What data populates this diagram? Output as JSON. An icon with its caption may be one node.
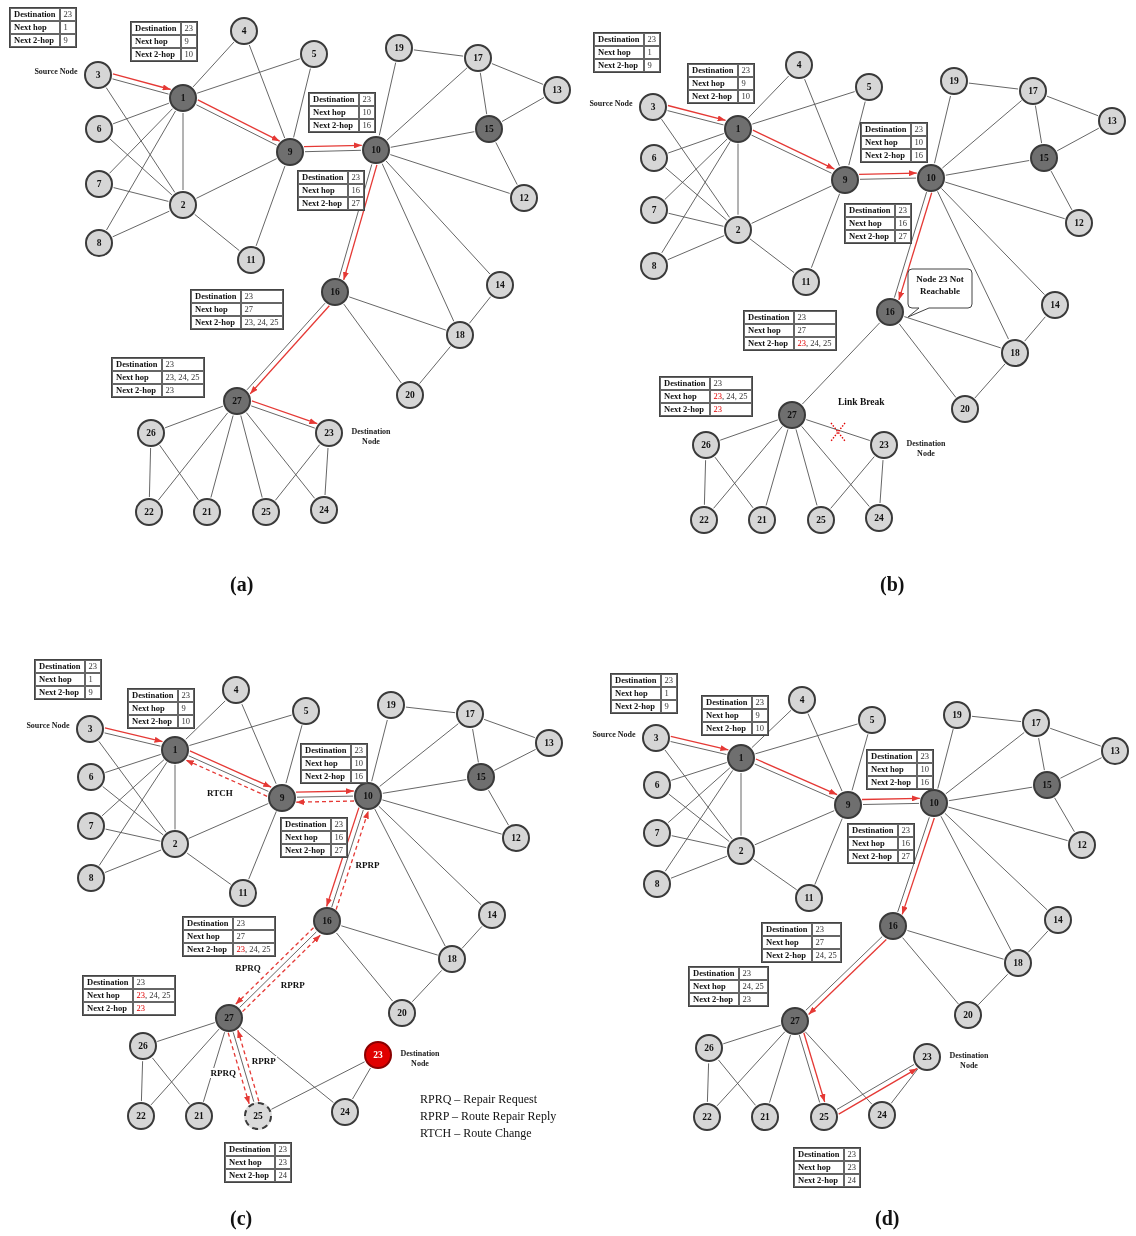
{
  "diagram": {
    "nodes": [
      {
        "text": [
          "3"
        ],
        "beside": [
          "Source Node"
        ]
      },
      {
        "text": [
          "1"
        ]
      },
      {
        "text": [
          "6"
        ]
      },
      {
        "text": [
          "7"
        ]
      },
      {
        "text": [
          "2"
        ]
      },
      {
        "text": [
          "8"
        ]
      },
      {
        "text": [
          "4"
        ]
      },
      {
        "text": [
          "5"
        ]
      },
      {
        "text": [
          "9"
        ]
      },
      {
        "text": [
          "10"
        ]
      },
      {
        "text": [
          "11"
        ]
      },
      {
        "text": [
          "19"
        ]
      },
      {
        "text": [
          "17"
        ]
      },
      {
        "text": [
          "13"
        ]
      },
      {
        "text": [
          "15"
        ]
      },
      {
        "text": [
          "12"
        ]
      },
      {
        "text": [
          "16"
        ]
      },
      {
        "text": [
          "14"
        ]
      },
      {
        "text": [
          "18"
        ]
      },
      {
        "text": [
          "20"
        ]
      },
      {
        "text": [
          "27"
        ]
      },
      {
        "text": [
          "26"
        ]
      },
      {
        "text": [
          "23"
        ],
        "beside": [
          "Destination Node"
        ]
      },
      {
        "text": [
          "22"
        ]
      },
      {
        "text": [
          "21"
        ]
      },
      {
        "text": [
          "25"
        ]
      },
      {
        "text": [
          "24"
        ]
      },
      {
        "text": [
          "Destination",
          "23",
          "Next hop",
          "1",
          "Next 2-hop",
          "9"
        ]
      },
      {
        "text": [
          "Destination",
          "23",
          "Next hop",
          "9",
          "Next 2-hop",
          "10"
        ]
      },
      {
        "text": [
          "Destination",
          "23",
          "Next hop",
          "10",
          "Next 2-hop",
          "16"
        ]
      },
      {
        "text": [
          "Destination",
          "23",
          "Next hop",
          "16",
          "Next 2-hop",
          "27"
        ]
      },
      {
        "text": [
          "Destination",
          "23",
          "Next hop",
          "27",
          "Next 2-hop",
          "23, 24, 25"
        ]
      },
      {
        "text": [
          "Destination",
          "23",
          "Next hop",
          "23, 24, 25",
          "Next 2-hop",
          "23"
        ]
      },
      {
        "text": [
          "3"
        ],
        "beside": [
          "Source Node"
        ]
      },
      {
        "text": [
          "1"
        ]
      },
      {
        "text": [
          "6"
        ]
      },
      {
        "text": [
          "7"
        ]
      },
      {
        "text": [
          "2"
        ]
      },
      {
        "text": [
          "8"
        ]
      },
      {
        "text": [
          "4"
        ]
      },
      {
        "text": [
          "5"
        ]
      },
      {
        "text": [
          "9"
        ]
      },
      {
        "text": [
          "10"
        ]
      },
      {
        "text": [
          "11"
        ]
      },
      {
        "text": [
          "19"
        ]
      },
      {
        "text": [
          "17"
        ]
      },
      {
        "text": [
          "13"
        ]
      },
      {
        "text": [
          "15"
        ]
      },
      {
        "text": [
          "12"
        ]
      },
      {
        "text": [
          "16"
        ]
      },
      {
        "text": [
          "14"
        ]
      },
      {
        "text": [
          "18"
        ]
      },
      {
        "text": [
          "20"
        ]
      },
      {
        "text": [
          "27"
        ]
      },
      {
        "text": [
          "26"
        ]
      },
      {
        "text": [
          "23"
        ],
        "beside": [
          "Destination Node"
        ]
      },
      {
        "text": [
          "22"
        ]
      },
      {
        "text": [
          "21"
        ]
      },
      {
        "text": [
          "25"
        ]
      },
      {
        "text": [
          "24"
        ]
      },
      {
        "text": [
          "Destination",
          "23",
          "Next hop",
          "1",
          "Next 2-hop",
          "9"
        ]
      },
      {
        "text": [
          "Destination",
          "23",
          "Next hop",
          "9",
          "Next 2-hop",
          "10"
        ]
      },
      {
        "text": [
          "Destination",
          "23",
          "Next hop",
          "10",
          "Next 2-hop",
          "16"
        ]
      },
      {
        "text": [
          "Destination",
          "23",
          "Next hop",
          "16",
          "Next 2-hop",
          "27"
        ]
      },
      {
        "text": [
          "Destination",
          "23",
          "Next hop",
          "27",
          "Next 2-hop",
          "23, 24, 25"
        ]
      },
      {
        "text": [
          "Destination",
          "23",
          "Next hop",
          "23, 24, 25",
          "Next 2-hop",
          "23"
        ]
      },
      {
        "text": [
          "Node 23 Not Reachable"
        ]
      },
      {
        "text": [
          "3"
        ],
        "beside": [
          "Source Node"
        ]
      },
      {
        "text": [
          "1"
        ]
      },
      {
        "text": [
          "6"
        ]
      },
      {
        "text": [
          "7"
        ]
      },
      {
        "text": [
          "2"
        ]
      },
      {
        "text": [
          "8"
        ]
      },
      {
        "text": [
          "4"
        ]
      },
      {
        "text": [
          "5"
        ]
      },
      {
        "text": [
          "9"
        ]
      },
      {
        "text": [
          "10"
        ]
      },
      {
        "text": [
          "11"
        ]
      },
      {
        "text": [
          "19"
        ]
      },
      {
        "text": [
          "17"
        ]
      },
      {
        "text": [
          "13"
        ]
      },
      {
        "text": [
          "15"
        ]
      },
      {
        "text": [
          "12"
        ]
      },
      {
        "text": [
          "16"
        ]
      },
      {
        "text": [
          "14"
        ]
      },
      {
        "text": [
          "18"
        ]
      },
      {
        "text": [
          "20"
        ]
      },
      {
        "text": [
          "27"
        ]
      },
      {
        "text": [
          "26"
        ]
      },
      {
        "text": [
          "23"
        ],
        "beside": [
          "Destination Node"
        ]
      },
      {
        "text": [
          "22"
        ]
      },
      {
        "text": [
          "21"
        ]
      },
      {
        "text": [
          "25"
        ]
      },
      {
        "text": [
          "24"
        ]
      },
      {
        "text": [
          "Destination",
          "23",
          "Next hop",
          "1",
          "Next 2-hop",
          "9"
        ]
      },
      {
        "text": [
          "Destination",
          "23",
          "Next hop",
          "9",
          "Next 2-hop",
          "10"
        ]
      },
      {
        "text": [
          "Destination",
          "23",
          "Next hop",
          "10",
          "Next 2-hop",
          "16"
        ]
      },
      {
        "text": [
          "Destination",
          "23",
          "Next hop",
          "16",
          "Next 2-hop",
          "27"
        ]
      },
      {
        "text": [
          "Destination",
          "23",
          "Next hop",
          "27",
          "Next 2-hop",
          "23, 24, 25"
        ]
      },
      {
        "text": [
          "Destination",
          "23",
          "Next hop",
          "23, 24, 25",
          "Next 2-hop",
          "23"
        ]
      },
      {
        "text": [
          "Destination",
          "23",
          "Next hop",
          "23",
          "Next 2-hop",
          "24"
        ]
      },
      {
        "text": [
          "3"
        ],
        "beside": [
          "Source Node"
        ]
      },
      {
        "text": [
          "1"
        ]
      },
      {
        "text": [
          "6"
        ]
      },
      {
        "text": [
          "7"
        ]
      },
      {
        "text": [
          "2"
        ]
      },
      {
        "text": [
          "8"
        ]
      },
      {
        "text": [
          "4"
        ]
      },
      {
        "text": [
          "5"
        ]
      },
      {
        "text": [
          "9"
        ]
      },
      {
        "text": [
          "10"
        ]
      },
      {
        "text": [
          "11"
        ]
      },
      {
        "text": [
          "19"
        ]
      },
      {
        "text": [
          "17"
        ]
      },
      {
        "text": [
          "13"
        ]
      },
      {
        "text": [
          "15"
        ]
      },
      {
        "text": [
          "12"
        ]
      },
      {
        "text": [
          "16"
        ]
      },
      {
        "text": [
          "14"
        ]
      },
      {
        "text": [
          "18"
        ]
      },
      {
        "text": [
          "20"
        ]
      },
      {
        "text": [
          "27"
        ]
      },
      {
        "text": [
          "26"
        ]
      },
      {
        "text": [
          "23"
        ],
        "beside": [
          "Destination Node"
        ]
      },
      {
        "text": [
          "22"
        ]
      },
      {
        "text": [
          "21"
        ]
      },
      {
        "text": [
          "25"
        ]
      },
      {
        "text": [
          "24"
        ]
      },
      {
        "text": [
          "Destination",
          "23",
          "Next hop",
          "1",
          "Next 2-hop",
          "9"
        ]
      },
      {
        "text": [
          "Destination",
          "23",
          "Next hop",
          "9",
          "Next 2-hop",
          "10"
        ]
      },
      {
        "text": [
          "Destination",
          "23",
          "Next hop",
          "10",
          "Next 2-hop",
          "16"
        ]
      },
      {
        "text": [
          "Destination",
          "23",
          "Next hop",
          "16",
          "Next 2-hop",
          "27"
        ]
      },
      {
        "text": [
          "Destination",
          "23",
          "Next hop",
          "27",
          "Next 2-hop",
          "24, 25"
        ]
      },
      {
        "text": [
          "Destination",
          "23",
          "Next hop",
          "24, 25",
          "Next 2-hop",
          "23"
        ]
      },
      {
        "text": [
          "Destination",
          "23",
          "Next hop",
          "23",
          "Next 2-hop",
          "24"
        ]
      }
    ],
    "edges": [
      {
        "from": 0,
        "to": 1,
        "arrow": "none"
      },
      {
        "from": 0,
        "to": 4,
        "arrow": "none"
      },
      {
        "from": 2,
        "to": 1,
        "arrow": "none"
      },
      {
        "from": 2,
        "to": 4,
        "arrow": "none"
      },
      {
        "from": 3,
        "to": 1,
        "arrow": "none"
      },
      {
        "from": 3,
        "to": 4,
        "arrow": "none"
      },
      {
        "from": 5,
        "to": 1,
        "arrow": "none"
      },
      {
        "from": 5,
        "to": 4,
        "arrow": "none"
      },
      {
        "from": 1,
        "to": 4,
        "arrow": "none"
      },
      {
        "from": 1,
        "to": 6,
        "arrow": "none"
      },
      {
        "from": 1,
        "to": 7,
        "arrow": "none"
      },
      {
        "from": 1,
        "to": 8,
        "arrow": "none"
      },
      {
        "from": 6,
        "to": 8,
        "arrow": "none"
      },
      {
        "from": 7,
        "to": 8,
        "arrow": "none"
      },
      {
        "from": 4,
        "to": 8,
        "arrow": "none"
      },
      {
        "from": 4,
        "to": 10,
        "arrow": "none"
      },
      {
        "from": 8,
        "to": 10,
        "arrow": "none"
      },
      {
        "from": 8,
        "to": 9,
        "arrow": "none"
      },
      {
        "from": 9,
        "to": 11,
        "arrow": "none"
      },
      {
        "from": 9,
        "to": 12,
        "arrow": "none"
      },
      {
        "from": 9,
        "to": 14,
        "arrow": "none"
      },
      {
        "from": 9,
        "to": 15,
        "arrow": "none"
      },
      {
        "from": 9,
        "to": 16,
        "arrow": "none"
      },
      {
        "from": 9,
        "to": 18,
        "arrow": "none"
      },
      {
        "from": 9,
        "to": 17,
        "arrow": "none"
      },
      {
        "from": 11,
        "to": 12,
        "arrow": "none"
      },
      {
        "from": 12,
        "to": 13,
        "arrow": "none"
      },
      {
        "from": 12,
        "to": 14,
        "arrow": "none"
      },
      {
        "from": 14,
        "to": 13,
        "arrow": "none"
      },
      {
        "from": 14,
        "to": 15,
        "arrow": "none"
      },
      {
        "from": 16,
        "to": 18,
        "arrow": "none"
      },
      {
        "from": 16,
        "to": 19,
        "arrow": "none"
      },
      {
        "from": 18,
        "to": 17,
        "arrow": "none"
      },
      {
        "from": 18,
        "to": 19,
        "arrow": "none"
      },
      {
        "from": 16,
        "to": 20,
        "arrow": "none"
      },
      {
        "from": 20,
        "to": 21,
        "arrow": "none"
      },
      {
        "from": 20,
        "to": 24,
        "arrow": "none"
      },
      {
        "from": 20,
        "to": 23,
        "arrow": "none"
      },
      {
        "from": 20,
        "to": 25,
        "arrow": "none"
      },
      {
        "from": 20,
        "to": 26,
        "arrow": "none"
      },
      {
        "from": 21,
        "to": 23,
        "arrow": "none"
      },
      {
        "from": 21,
        "to": 24,
        "arrow": "none"
      },
      {
        "from": 22,
        "to": 25,
        "arrow": "none"
      },
      {
        "from": 22,
        "to": 26,
        "arrow": "none"
      },
      {
        "from": 20,
        "to": 22,
        "arrow": "none"
      },
      {
        "from": 0,
        "to": 1,
        "arrow": "to",
        "color": "#e53935"
      },
      {
        "from": 1,
        "to": 8,
        "arrow": "to",
        "color": "#e53935"
      },
      {
        "from": 8,
        "to": 9,
        "arrow": "to",
        "color": "#e53935"
      },
      {
        "from": 9,
        "to": 16,
        "arrow": "to",
        "color": "#e53935"
      },
      {
        "from": 16,
        "to": 20,
        "arrow": "to",
        "color": "#e53935"
      },
      {
        "from": 20,
        "to": 22,
        "arrow": "to",
        "color": "#e53935"
      },
      {
        "from": 33,
        "to": 34,
        "arrow": "none"
      },
      {
        "from": 33,
        "to": 37,
        "arrow": "none"
      },
      {
        "from": 35,
        "to": 34,
        "arrow": "none"
      },
      {
        "from": 35,
        "to": 37,
        "arrow": "none"
      },
      {
        "from": 36,
        "to": 34,
        "arrow": "none"
      },
      {
        "from": 36,
        "to": 37,
        "arrow": "none"
      },
      {
        "from": 38,
        "to": 34,
        "arrow": "none"
      },
      {
        "from": 38,
        "to": 37,
        "arrow": "none"
      },
      {
        "from": 34,
        "to": 37,
        "arrow": "none"
      },
      {
        "from": 34,
        "to": 39,
        "arrow": "none"
      },
      {
        "from": 34,
        "to": 40,
        "arrow": "none"
      },
      {
        "from": 34,
        "to": 41,
        "arrow": "none"
      },
      {
        "from": 39,
        "to": 41,
        "arrow": "none"
      },
      {
        "from": 40,
        "to": 41,
        "arrow": "none"
      },
      {
        "from": 37,
        "to": 41,
        "arrow": "none"
      },
      {
        "from": 37,
        "to": 43,
        "arrow": "none"
      },
      {
        "from": 41,
        "to": 43,
        "arrow": "none"
      },
      {
        "from": 41,
        "to": 42,
        "arrow": "none"
      },
      {
        "from": 42,
        "to": 44,
        "arrow": "none"
      },
      {
        "from": 42,
        "to": 45,
        "arrow": "none"
      },
      {
        "from": 42,
        "to": 47,
        "arrow": "none"
      },
      {
        "from": 42,
        "to": 48,
        "arrow": "none"
      },
      {
        "from": 42,
        "to": 49,
        "arrow": "none"
      },
      {
        "from": 42,
        "to": 51,
        "arrow": "none"
      },
      {
        "from": 42,
        "to": 50,
        "arrow": "none"
      },
      {
        "from": 44,
        "to": 45,
        "arrow": "none"
      },
      {
        "from": 45,
        "to": 46,
        "arrow": "none"
      },
      {
        "from": 45,
        "to": 47,
        "arrow": "none"
      },
      {
        "from": 47,
        "to": 46,
        "arrow": "none"
      },
      {
        "from": 47,
        "to": 48,
        "arrow": "none"
      },
      {
        "from": 49,
        "to": 51,
        "arrow": "none"
      },
      {
        "from": 49,
        "to": 52,
        "arrow": "none"
      },
      {
        "from": 51,
        "to": 50,
        "arrow": "none"
      },
      {
        "from": 51,
        "to": 52,
        "arrow": "none"
      },
      {
        "from": 49,
        "to": 53,
        "arrow": "none"
      },
      {
        "from": 53,
        "to": 54,
        "arrow": "none"
      },
      {
        "from": 53,
        "to": 57,
        "arrow": "none"
      },
      {
        "from": 53,
        "to": 56,
        "arrow": "none"
      },
      {
        "from": 53,
        "to": 58,
        "arrow": "none"
      },
      {
        "from": 53,
        "to": 59,
        "arrow": "none"
      },
      {
        "from": 54,
        "to": 56,
        "arrow": "none"
      },
      {
        "from": 54,
        "to": 57,
        "arrow": "none"
      },
      {
        "from": 55,
        "to": 58,
        "arrow": "none"
      },
      {
        "from": 55,
        "to": 59,
        "arrow": "none"
      },
      {
        "from": 53,
        "to": 55,
        "arrow": "none"
      },
      {
        "from": 33,
        "to": 34,
        "arrow": "to",
        "color": "#e53935"
      },
      {
        "from": 34,
        "to": 41,
        "arrow": "to",
        "color": "#e53935"
      },
      {
        "from": 41,
        "to": 42,
        "arrow": "to",
        "color": "#e53935"
      },
      {
        "from": 42,
        "to": 49,
        "arrow": "to",
        "color": "#e53935"
      },
      {
        "from": 67,
        "to": 68,
        "arrow": "none"
      },
      {
        "from": 67,
        "to": 71,
        "arrow": "none"
      },
      {
        "from": 69,
        "to": 68,
        "arrow": "none"
      },
      {
        "from": 69,
        "to": 71,
        "arrow": "none"
      },
      {
        "from": 70,
        "to": 68,
        "arrow": "none"
      },
      {
        "from": 70,
        "to": 71,
        "arrow": "none"
      },
      {
        "from": 72,
        "to": 68,
        "arrow": "none"
      },
      {
        "from": 72,
        "to": 71,
        "arrow": "none"
      },
      {
        "from": 68,
        "to": 71,
        "arrow": "none"
      },
      {
        "from": 68,
        "to": 73,
        "arrow": "none"
      },
      {
        "from": 68,
        "to": 74,
        "arrow": "none"
      },
      {
        "from": 68,
        "to": 75,
        "arrow": "none"
      },
      {
        "from": 73,
        "to": 75,
        "arrow": "none"
      },
      {
        "from": 74,
        "to": 75,
        "arrow": "none"
      },
      {
        "from": 71,
        "to": 75,
        "arrow": "none"
      },
      {
        "from": 71,
        "to": 77,
        "arrow": "none"
      },
      {
        "from": 75,
        "to": 77,
        "arrow": "none"
      },
      {
        "from": 75,
        "to": 76,
        "arrow": "none"
      },
      {
        "from": 76,
        "to": 78,
        "arrow": "none"
      },
      {
        "from": 76,
        "to": 79,
        "arrow": "none"
      },
      {
        "from": 76,
        "to": 81,
        "arrow": "none"
      },
      {
        "from": 76,
        "to": 82,
        "arrow": "none"
      },
      {
        "from": 76,
        "to": 83,
        "arrow": "none"
      },
      {
        "from": 76,
        "to": 85,
        "arrow": "none"
      },
      {
        "from": 76,
        "to": 84,
        "arrow": "none"
      },
      {
        "from": 78,
        "to": 79,
        "arrow": "none"
      },
      {
        "from": 79,
        "to": 80,
        "arrow": "none"
      },
      {
        "from": 79,
        "to": 81,
        "arrow": "none"
      },
      {
        "from": 81,
        "to": 80,
        "arrow": "none"
      },
      {
        "from": 81,
        "to": 82,
        "arrow": "none"
      },
      {
        "from": 83,
        "to": 85,
        "arrow": "none"
      },
      {
        "from": 83,
        "to": 86,
        "arrow": "none"
      },
      {
        "from": 85,
        "to": 84,
        "arrow": "none"
      },
      {
        "from": 85,
        "to": 86,
        "arrow": "none"
      },
      {
        "from": 83,
        "to": 87,
        "arrow": "none"
      },
      {
        "from": 87,
        "to": 88,
        "arrow": "none"
      },
      {
        "from": 87,
        "to": 91,
        "arrow": "none"
      },
      {
        "from": 87,
        "to": 90,
        "arrow": "none"
      },
      {
        "from": 87,
        "to": 92,
        "arrow": "none"
      },
      {
        "from": 87,
        "to": 93,
        "arrow": "none"
      },
      {
        "from": 88,
        "to": 90,
        "arrow": "none"
      },
      {
        "from": 88,
        "to": 91,
        "arrow": "none"
      },
      {
        "from": 89,
        "to": 92,
        "arrow": "none"
      },
      {
        "from": 89,
        "to": 93,
        "arrow": "none"
      },
      {
        "from": 67,
        "to": 68,
        "arrow": "to",
        "color": "#e53935"
      },
      {
        "from": 68,
        "to": 75,
        "arrow": "to",
        "color": "#e53935"
      },
      {
        "from": 75,
        "to": 68,
        "arrow": "to",
        "style": "dashed",
        "color": "#e53935",
        "label": "RTCH"
      },
      {
        "from": 75,
        "to": 76,
        "arrow": "to",
        "color": "#e53935"
      },
      {
        "from": 76,
        "to": 75,
        "arrow": "to",
        "style": "dashed",
        "color": "#e53935"
      },
      {
        "from": 83,
        "to": 76,
        "arrow": "to",
        "style": "dashed",
        "color": "#e53935",
        "label": "RPRP"
      },
      {
        "from": 76,
        "to": 83,
        "arrow": "to",
        "color": "#e53935"
      },
      {
        "from": 87,
        "to": 83,
        "arrow": "to",
        "style": "dashed",
        "color": "#e53935",
        "label": "RPRP"
      },
      {
        "from": 83,
        "to": 87,
        "arrow": "to",
        "style": "dashed",
        "color": "#e53935",
        "label": "RPRQ"
      },
      {
        "from": 92,
        "to": 87,
        "arrow": "to",
        "style": "dashed",
        "color": "#e53935",
        "label": "RPRP"
      },
      {
        "from": 87,
        "to": 92,
        "arrow": "to",
        "style": "dashed",
        "color": "#e53935",
        "label": "RPRQ"
      },
      {
        "from": 101,
        "to": 102,
        "arrow": "none"
      },
      {
        "from": 101,
        "to": 105,
        "arrow": "none"
      },
      {
        "from": 103,
        "to": 102,
        "arrow": "none"
      },
      {
        "from": 103,
        "to": 105,
        "arrow": "none"
      },
      {
        "from": 104,
        "to": 102,
        "arrow": "none"
      },
      {
        "from": 104,
        "to": 105,
        "arrow": "none"
      },
      {
        "from": 106,
        "to": 102,
        "arrow": "none"
      },
      {
        "from": 106,
        "to": 105,
        "arrow": "none"
      },
      {
        "from": 102,
        "to": 105,
        "arrow": "none"
      },
      {
        "from": 102,
        "to": 107,
        "arrow": "none"
      },
      {
        "from": 102,
        "to": 108,
        "arrow": "none"
      },
      {
        "from": 102,
        "to": 109,
        "arrow": "none"
      },
      {
        "from": 107,
        "to": 109,
        "arrow": "none"
      },
      {
        "from": 108,
        "to": 109,
        "arrow": "none"
      },
      {
        "from": 105,
        "to": 109,
        "arrow": "none"
      },
      {
        "from": 105,
        "to": 111,
        "arrow": "none"
      },
      {
        "from": 109,
        "to": 111,
        "arrow": "none"
      },
      {
        "from": 109,
        "to": 110,
        "arrow": "none"
      },
      {
        "from": 110,
        "to": 112,
        "arrow": "none"
      },
      {
        "from": 110,
        "to": 113,
        "arrow": "none"
      },
      {
        "from": 110,
        "to": 115,
        "arrow": "none"
      },
      {
        "from": 110,
        "to": 116,
        "arrow": "none"
      },
      {
        "from": 110,
        "to": 117,
        "arrow": "none"
      },
      {
        "from": 110,
        "to": 119,
        "arrow": "none"
      },
      {
        "from": 110,
        "to": 118,
        "arrow": "none"
      },
      {
        "from": 112,
        "to": 113,
        "arrow": "none"
      },
      {
        "from": 113,
        "to": 114,
        "arrow": "none"
      },
      {
        "from": 113,
        "to": 115,
        "arrow": "none"
      },
      {
        "from": 115,
        "to": 114,
        "arrow": "none"
      },
      {
        "from": 115,
        "to": 116,
        "arrow": "none"
      },
      {
        "from": 117,
        "to": 119,
        "arrow": "none"
      },
      {
        "from": 117,
        "to": 120,
        "arrow": "none"
      },
      {
        "from": 119,
        "to": 118,
        "arrow": "none"
      },
      {
        "from": 119,
        "to": 120,
        "arrow": "none"
      },
      {
        "from": 117,
        "to": 121,
        "arrow": "none"
      },
      {
        "from": 121,
        "to": 122,
        "arrow": "none"
      },
      {
        "from": 121,
        "to": 125,
        "arrow": "none"
      },
      {
        "from": 121,
        "to": 124,
        "arrow": "none"
      },
      {
        "from": 121,
        "to": 126,
        "arrow": "none"
      },
      {
        "from": 121,
        "to": 127,
        "arrow": "none"
      },
      {
        "from": 122,
        "to": 124,
        "arrow": "none"
      },
      {
        "from": 122,
        "to": 125,
        "arrow": "none"
      },
      {
        "from": 123,
        "to": 126,
        "arrow": "none"
      },
      {
        "from": 123,
        "to": 127,
        "arrow": "none"
      },
      {
        "from": 101,
        "to": 102,
        "arrow": "to",
        "color": "#e53935"
      },
      {
        "from": 102,
        "to": 109,
        "arrow": "to",
        "color": "#e53935"
      },
      {
        "from": 109,
        "to": 110,
        "arrow": "to",
        "color": "#e53935"
      },
      {
        "from": 110,
        "to": 117,
        "arrow": "to",
        "color": "#e53935"
      },
      {
        "from": 117,
        "to": 121,
        "arrow": "to",
        "color": "#e53935"
      },
      {
        "from": 121,
        "to": 126,
        "arrow": "to",
        "color": "#e53935"
      },
      {
        "from": 126,
        "to": 123,
        "arrow": "to",
        "color": "#e53935"
      }
    ],
    "labels": [
      "Link Break",
      "(a)",
      "(b)",
      "RPRQ – Repair Request",
      "RPRP – Route Repair Reply",
      "RTCH – Route Change",
      "(c)",
      "(d)"
    ]
  }
}
